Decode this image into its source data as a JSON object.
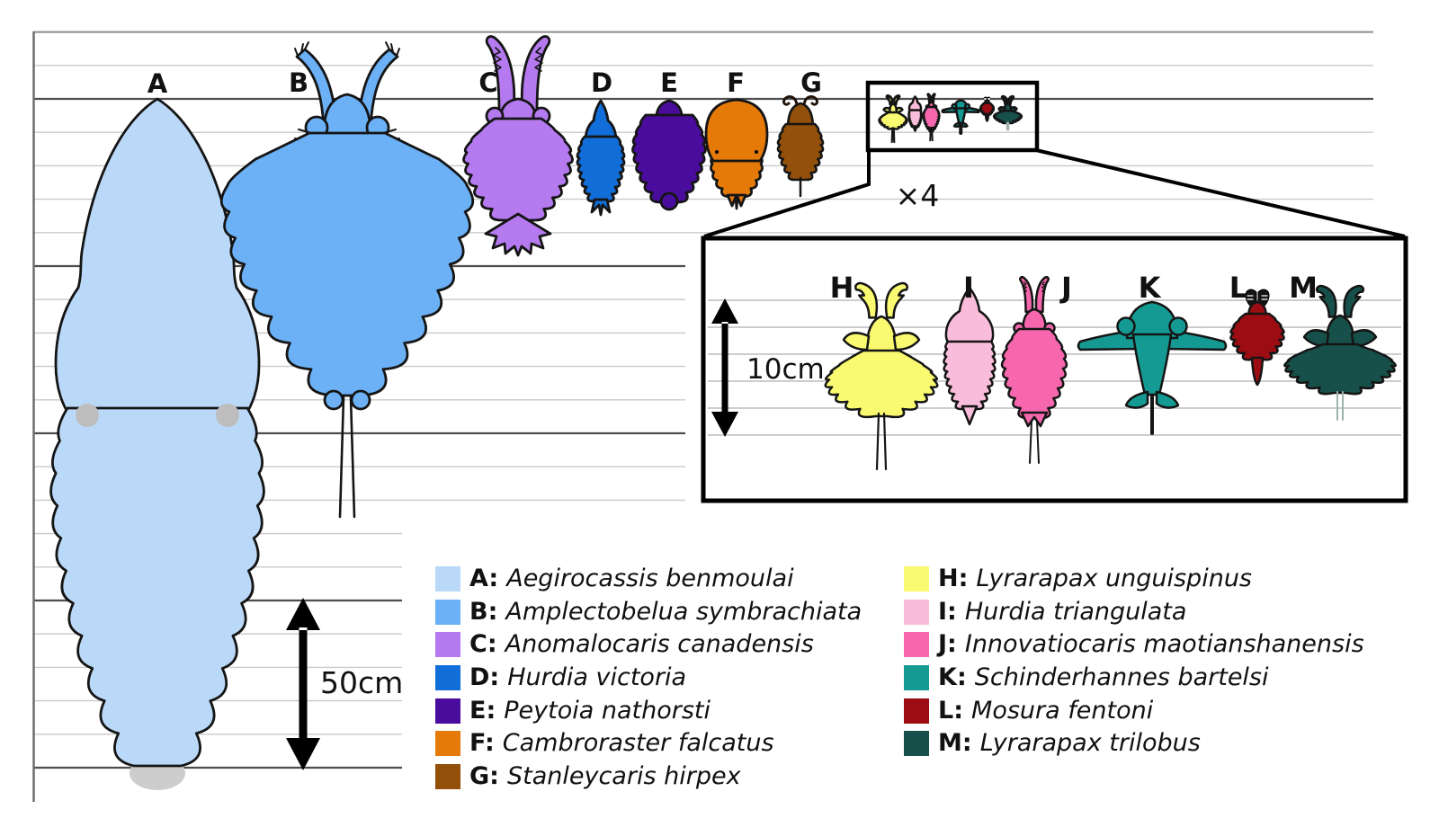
{
  "figure": {
    "magnification_label": "×4",
    "main_scale_label": "50cm",
    "inset_scale_label": "10cm"
  },
  "species": [
    {
      "letter": "A",
      "name": "Aegirocassis benmoulai",
      "color": "#bad8f7"
    },
    {
      "letter": "B",
      "name": "Amplectobelua symbrachiata",
      "color": "#6cb1f6"
    },
    {
      "letter": "C",
      "name": "Anomalocaris canadensis",
      "color": "#b57af0"
    },
    {
      "letter": "D",
      "name": "Hurdia victoria",
      "color": "#116dd8"
    },
    {
      "letter": "E",
      "name": "Peytoia nathorsti",
      "color": "#4a0c9c"
    },
    {
      "letter": "F",
      "name": "Cambroraster falcatus",
      "color": "#e57a09"
    },
    {
      "letter": "G",
      "name": "Stanleycaris hirpex",
      "color": "#92500b"
    },
    {
      "letter": "H",
      "name": "Lyrarapax unguispinus",
      "color": "#fafa70"
    },
    {
      "letter": "I",
      "name": "Hurdia triangulata",
      "color": "#f9bcda"
    },
    {
      "letter": "J",
      "name": "Innovatiocaris maotianshanensis",
      "color": "#f767ae"
    },
    {
      "letter": "K",
      "name": "Schinderhannes bartelsi",
      "color": "#159a93"
    },
    {
      "letter": "L",
      "name": "Mosura fentoni",
      "color": "#9b0d12"
    },
    {
      "letter": "M",
      "name": "Lyrarapax trilobus",
      "color": "#17504a"
    }
  ],
  "grid": {
    "light_color": "#c9c9c9",
    "dark_color": "#4e4e4e",
    "axis_color": "#6e6e6e",
    "inset_line_color": "#bcbcbc"
  }
}
